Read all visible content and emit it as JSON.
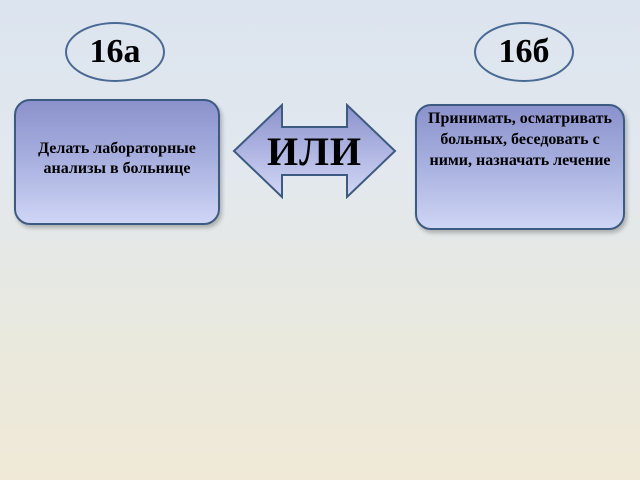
{
  "labels": {
    "left_oval": "16а",
    "right_oval": "16б"
  },
  "left_box": {
    "text": "Делать лабораторные анализы в больнице"
  },
  "center_arrow": {
    "label": "ИЛИ",
    "icon": "double-headed-arrow-icon"
  },
  "right_box": {
    "text": "Принимать, осматривать больных, беседовать с ними, назначать лечение"
  },
  "colors": {
    "oval_border": "#4a6a94",
    "box_border": "#3d5a80",
    "box_fill_top": "#8b92cc",
    "box_fill_bottom": "#cfd5f5",
    "background_top": "#dce4ef",
    "background_bottom": "#f0e9d7"
  }
}
